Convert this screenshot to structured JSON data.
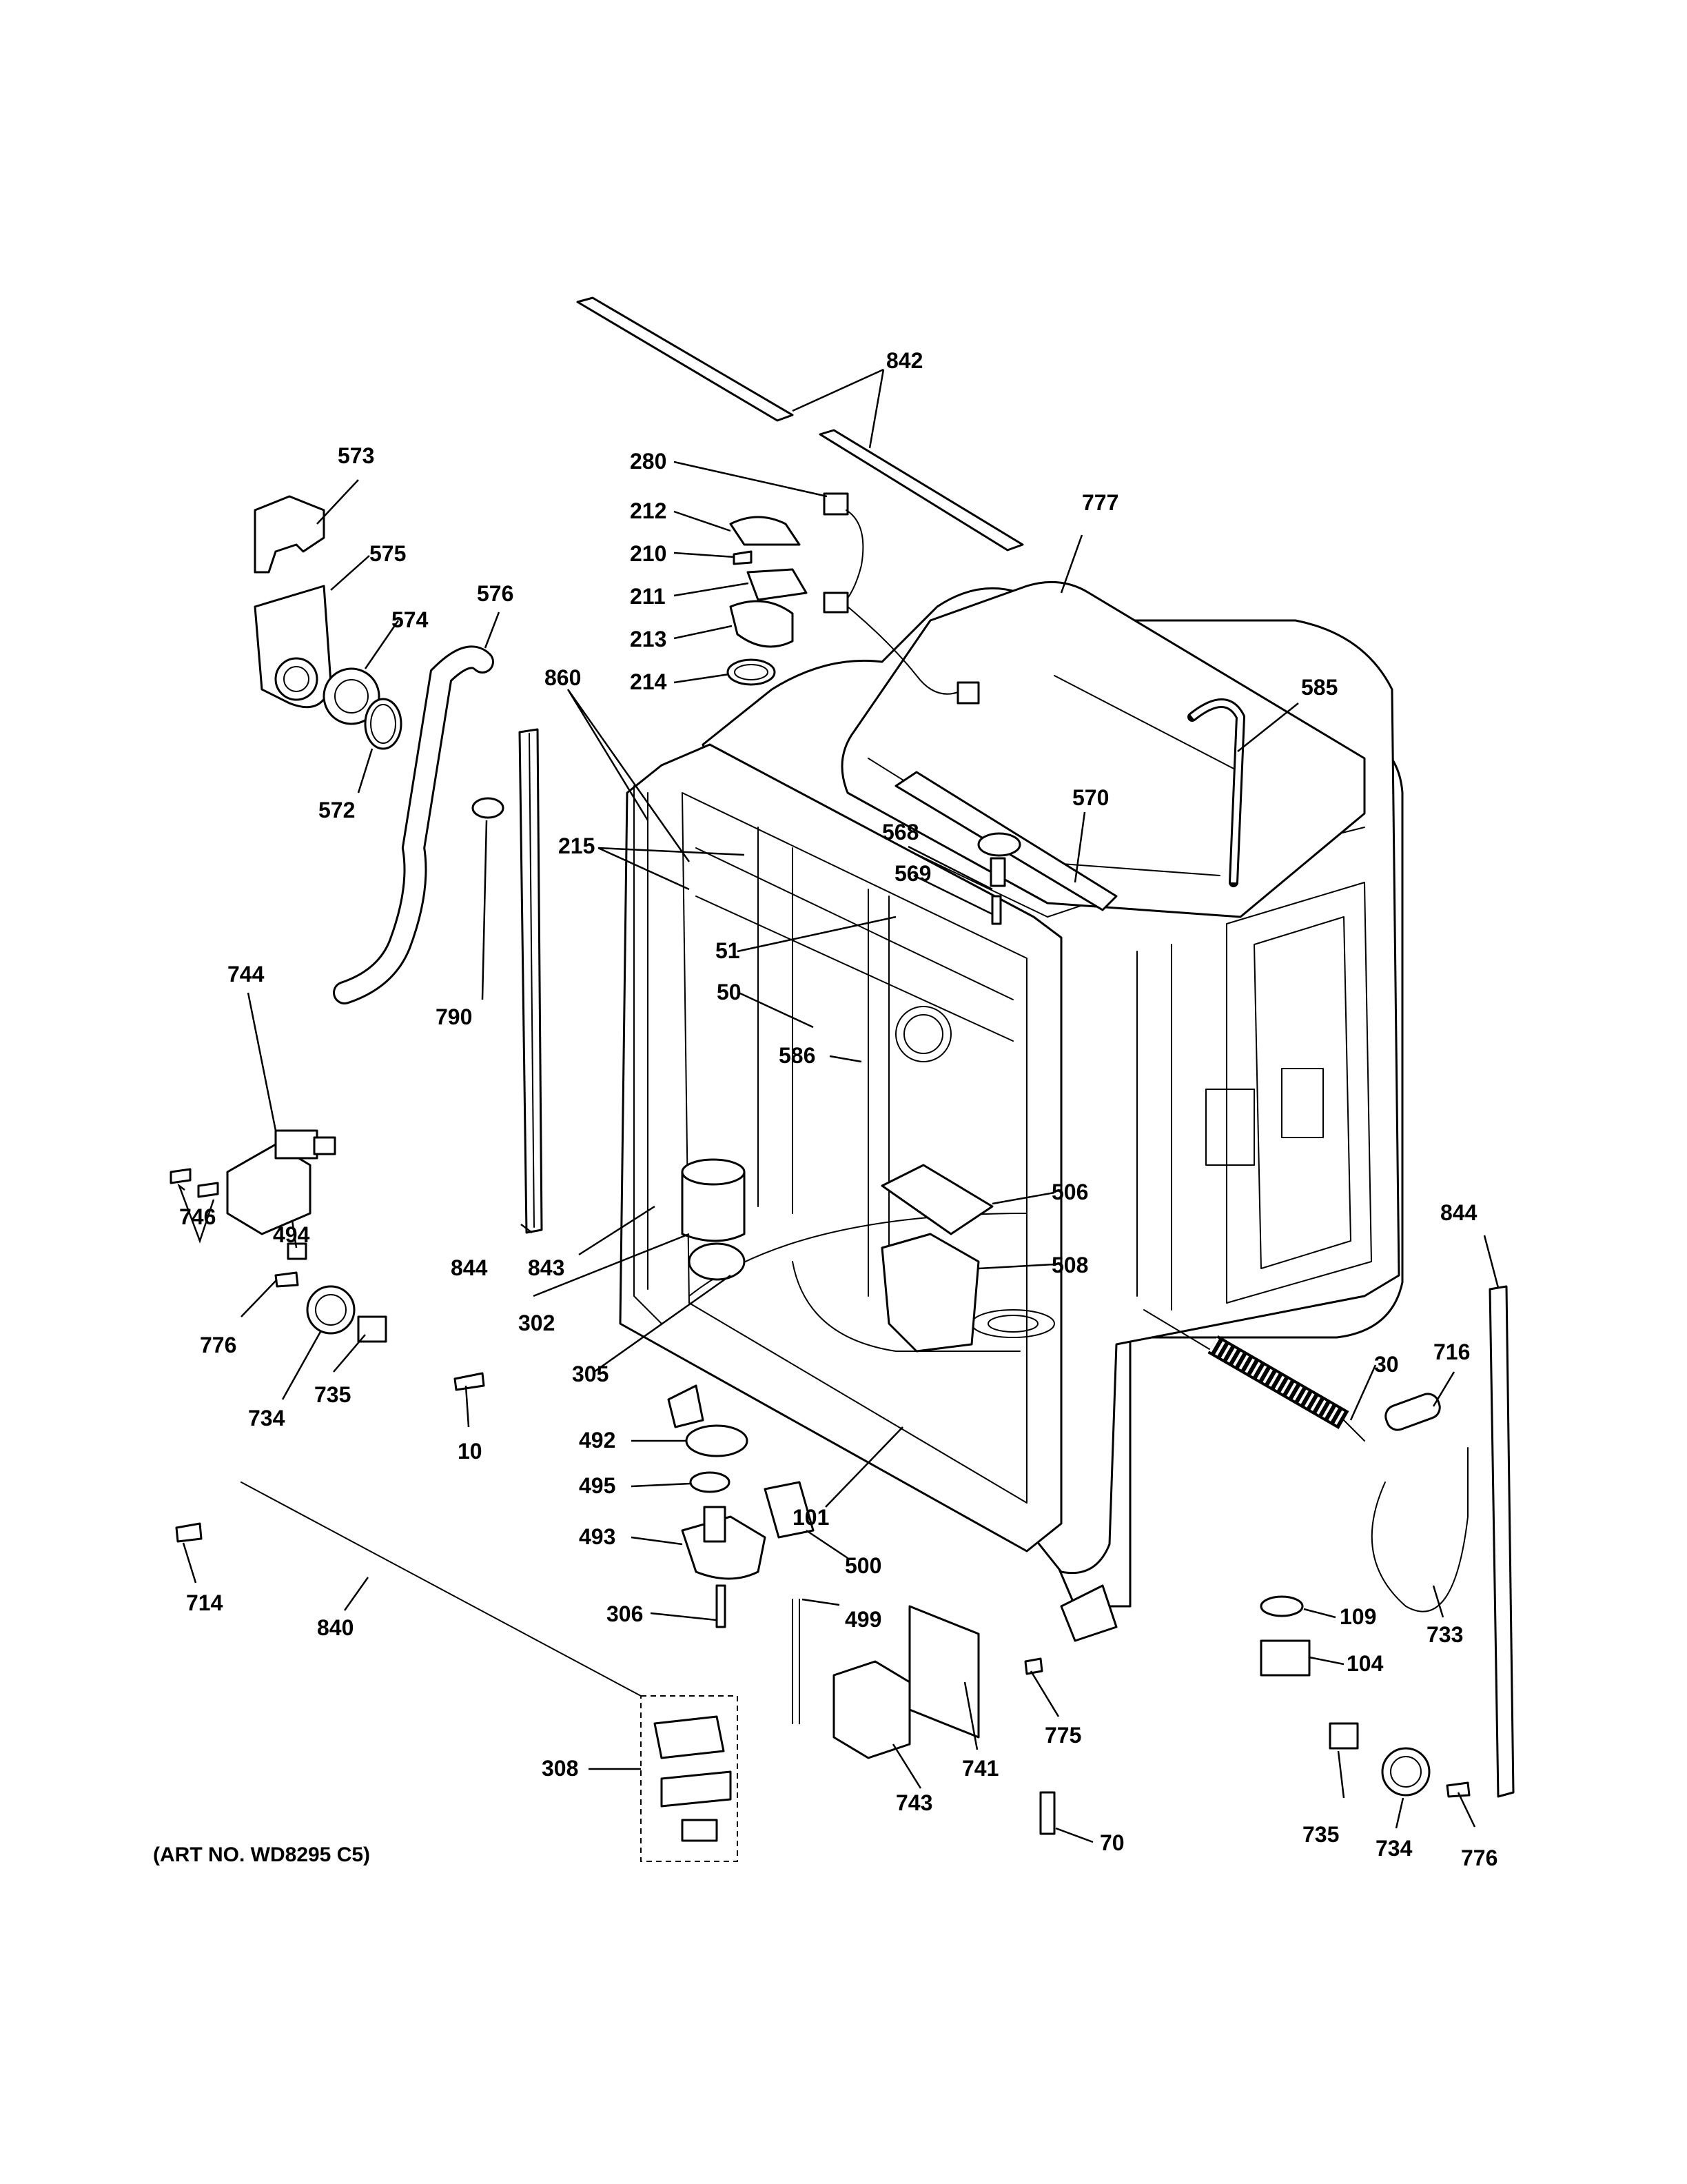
{
  "art_number": "(ART NO. WD8295 C5)",
  "callouts": [
    "842",
    "280",
    "212",
    "210",
    "211",
    "213",
    "214",
    "777",
    "573",
    "575",
    "574",
    "576",
    "572",
    "860",
    "585",
    "570",
    "568",
    "569",
    "215",
    "51",
    "50",
    "586",
    "744",
    "790",
    "746",
    "494",
    "844",
    "843",
    "302",
    "305",
    "506",
    "508",
    "776",
    "734",
    "735",
    "10",
    "492",
    "495",
    "493",
    "306",
    "500",
    "499",
    "101",
    "30",
    "716",
    "844",
    "733",
    "109",
    "104",
    "714",
    "840",
    "741",
    "743",
    "308",
    "775",
    "70",
    "735",
    "734",
    "776"
  ],
  "colors": {
    "line": "#000000",
    "background": "#ffffff"
  }
}
